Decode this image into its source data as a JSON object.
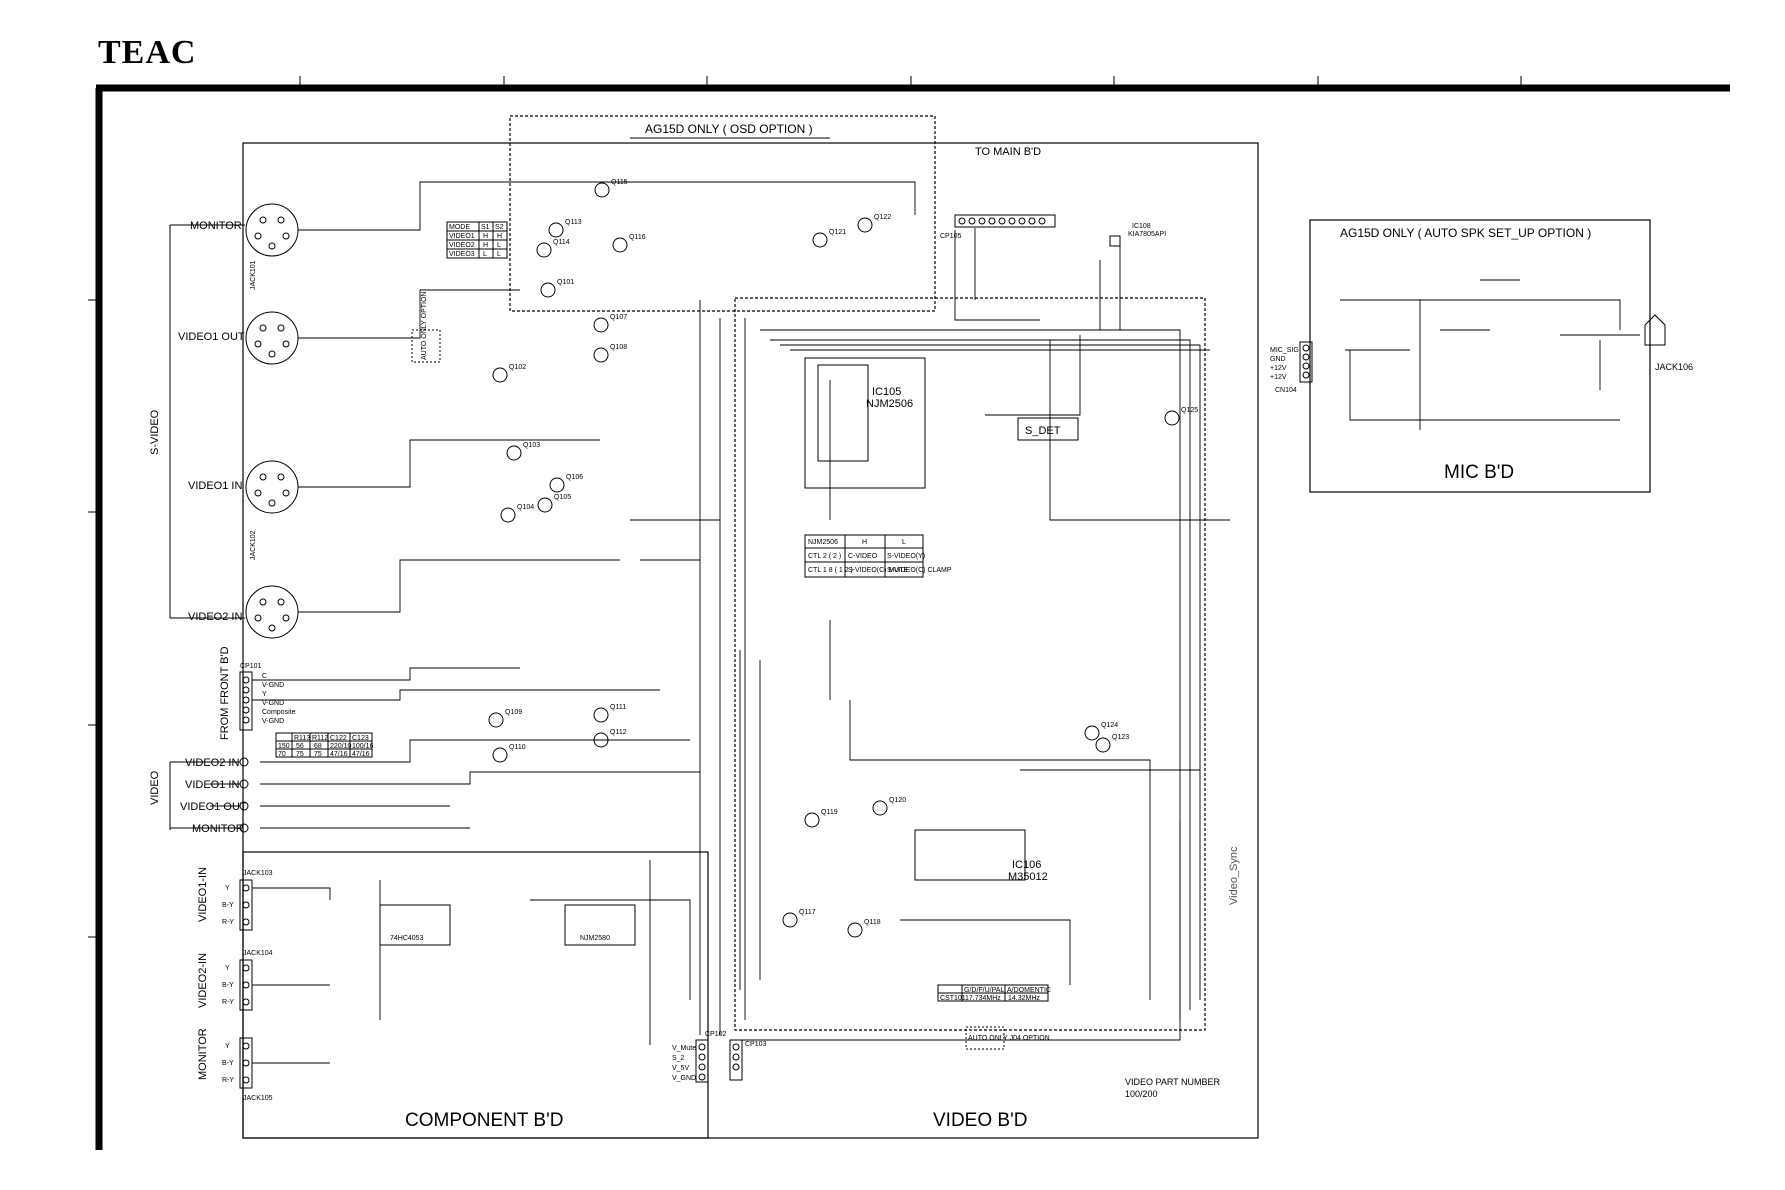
{
  "brand": "TEAC",
  "labels": {
    "osd_option": "AG15D ONLY ( OSD OPTION )",
    "to_main": "TO MAIN B'D",
    "auto_spk_option": "AG15D ONLY ( AUTO SPK SET_UP OPTION )",
    "mic_board": "MIC B'D",
    "video_board": "VIDEO B'D",
    "component_board": "COMPONENT B'D",
    "s_video": "S-VIDEO",
    "video": "VIDEO",
    "from_front": "FROM FRONT B'D",
    "video_sync": "Video_Sync",
    "part_number_title": "VIDEO PART NUMBER",
    "part_number_value": "100/200",
    "video1_in_v": "VIDEO1-IN",
    "video2_in_v": "VIDEO2-IN",
    "monitor_v": "MONITOR",
    "jack106": "JACK106",
    "s_det": "S_DET"
  },
  "svideo_jacks": [
    {
      "label": "MONITOR",
      "ref": "JACK101"
    },
    {
      "label": "VIDEO1 OUT",
      "ref": ""
    },
    {
      "label": "VIDEO1 IN",
      "ref": "JACK102"
    },
    {
      "label": "VIDEO2 IN",
      "ref": ""
    }
  ],
  "video_rca": [
    "VIDEO2 IN",
    "VIDEO1 IN",
    "VIDEO1 OUT",
    "MONITOR"
  ],
  "component_pins": [
    {
      "ref": "JACK103",
      "pins": [
        "Y",
        "B-Y",
        "R-Y"
      ]
    },
    {
      "ref": "JACK104",
      "pins": [
        "Y",
        "B-Y",
        "R-Y"
      ]
    },
    {
      "ref": "JACK105",
      "pins": [
        "Y",
        "B-Y",
        "R-Y"
      ]
    }
  ],
  "ics": {
    "ic105": {
      "name": "IC105",
      "part": "NJM2506"
    },
    "ic106": {
      "name": "IC106",
      "part": "M35012"
    },
    "ic108": {
      "name": "IC108",
      "part": "KIA7805API"
    },
    "ic_comp1": {
      "part": "74HC4053"
    },
    "ic_comp2": {
      "part": "NJM2580"
    }
  },
  "mode_table": {
    "headers": [
      "MODE",
      "S1",
      "S2"
    ],
    "rows": [
      [
        "VIDEO1",
        "H",
        "H"
      ],
      [
        "VIDEO2",
        "H",
        "L"
      ],
      [
        "VIDEO3",
        "L",
        "L"
      ]
    ]
  },
  "njm_table": {
    "headers": [
      "NJM2506",
      "H",
      "L"
    ],
    "rows": [
      [
        "CTL 2 ( 2 )",
        "C-VIDEO",
        "S-VIDEO(Y)"
      ],
      [
        "CTL 1 8 ( 1 2 )",
        "S-VIDEO(C) MUTE",
        "S-VIDEO(C) CLAMP"
      ]
    ]
  },
  "resistor_table": {
    "headers": [
      "",
      "R113",
      "R112",
      "C122",
      "C123"
    ],
    "rows": [
      [
        "150",
        "56",
        "68",
        "220/10",
        "100/16"
      ],
      [
        "70",
        "75",
        "75",
        "47/16",
        "47/16"
      ]
    ]
  },
  "osc_table": {
    "headers": [
      "G/D/F/U/PAL",
      "A/DOMENTIC"
    ],
    "rows": [
      [
        "CST101",
        "17.734MHz",
        "14.32MHz"
      ]
    ]
  },
  "connectors": {
    "cp101": {
      "ref": "CP101",
      "pins": [
        "C",
        "V-GND",
        "Y",
        "V-GND",
        "Composite",
        "V-GND"
      ]
    },
    "cp102": {
      "ref": "CP102",
      "pins": [
        "V_Mute",
        "S_2",
        "V_5V",
        "V_GND"
      ]
    },
    "cp103": {
      "ref": "CP103"
    },
    "cp105": {
      "ref": "CP105"
    },
    "cn104": {
      "ref": "CN104",
      "pins": [
        "MIC_SIG",
        "GND",
        "+12V",
        "+12V"
      ]
    }
  },
  "transistors": [
    "Q101",
    "Q102",
    "Q103",
    "Q104",
    "Q105",
    "Q106",
    "Q107",
    "Q108",
    "Q109",
    "Q110",
    "Q111",
    "Q112",
    "Q113",
    "Q114",
    "Q115",
    "Q116",
    "Q117",
    "Q118",
    "Q119",
    "Q120",
    "Q121",
    "Q122",
    "Q123",
    "Q124",
    "Q125"
  ],
  "option_notes": [
    "AUTO ONLY OPTION",
    "AUTO ONLY J04 OPTION"
  ]
}
